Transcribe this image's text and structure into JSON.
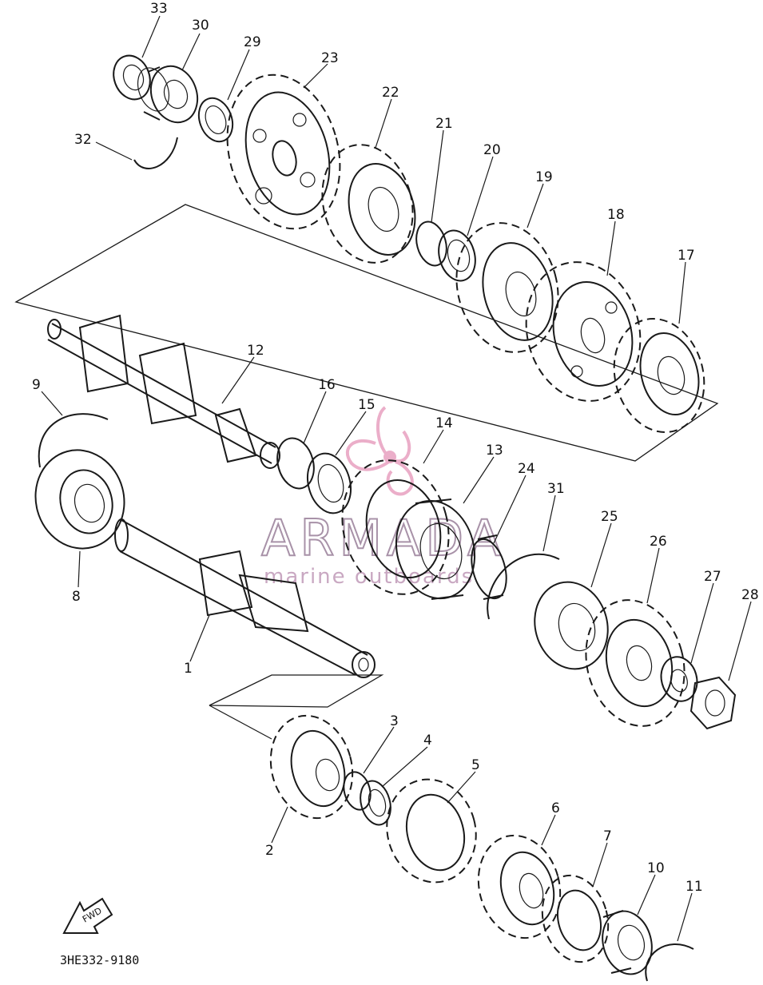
{
  "diagram_code": "3HE332-9180",
  "fwd_label": "FWD",
  "watermark": {
    "brand": "ARMADA",
    "tagline": "marine outboards",
    "brand_color": "#e8a0c0",
    "text_color": "#9a7f9a"
  },
  "callouts": [
    "1",
    "2",
    "3",
    "4",
    "5",
    "6",
    "7",
    "8",
    "9",
    "10",
    "11",
    "12",
    "13",
    "14",
    "15",
    "16",
    "17",
    "18",
    "19",
    "20",
    "21",
    "22",
    "23",
    "24",
    "25",
    "26",
    "27",
    "28",
    "29",
    "30",
    "31",
    "32",
    "33"
  ],
  "colors": {
    "ink": "#1a1a1a",
    "background": "#ffffff"
  }
}
